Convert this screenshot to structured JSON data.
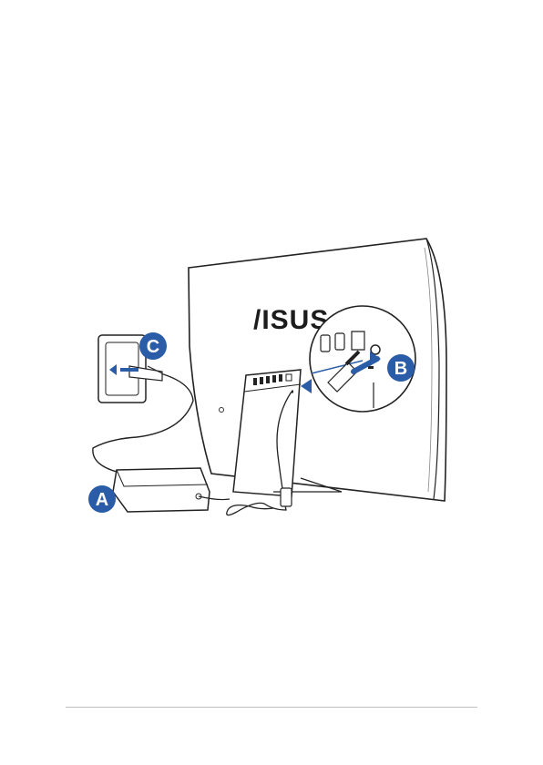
{
  "illustration": {
    "logo": "/ISUS",
    "steps": [
      {
        "id": "A",
        "label": "A",
        "part": "power-adapter"
      },
      {
        "id": "B",
        "label": "B",
        "part": "dc-in-port"
      },
      {
        "id": "C",
        "label": "C",
        "part": "wall-outlet"
      }
    ],
    "accent_color": "#2a5ca8"
  }
}
